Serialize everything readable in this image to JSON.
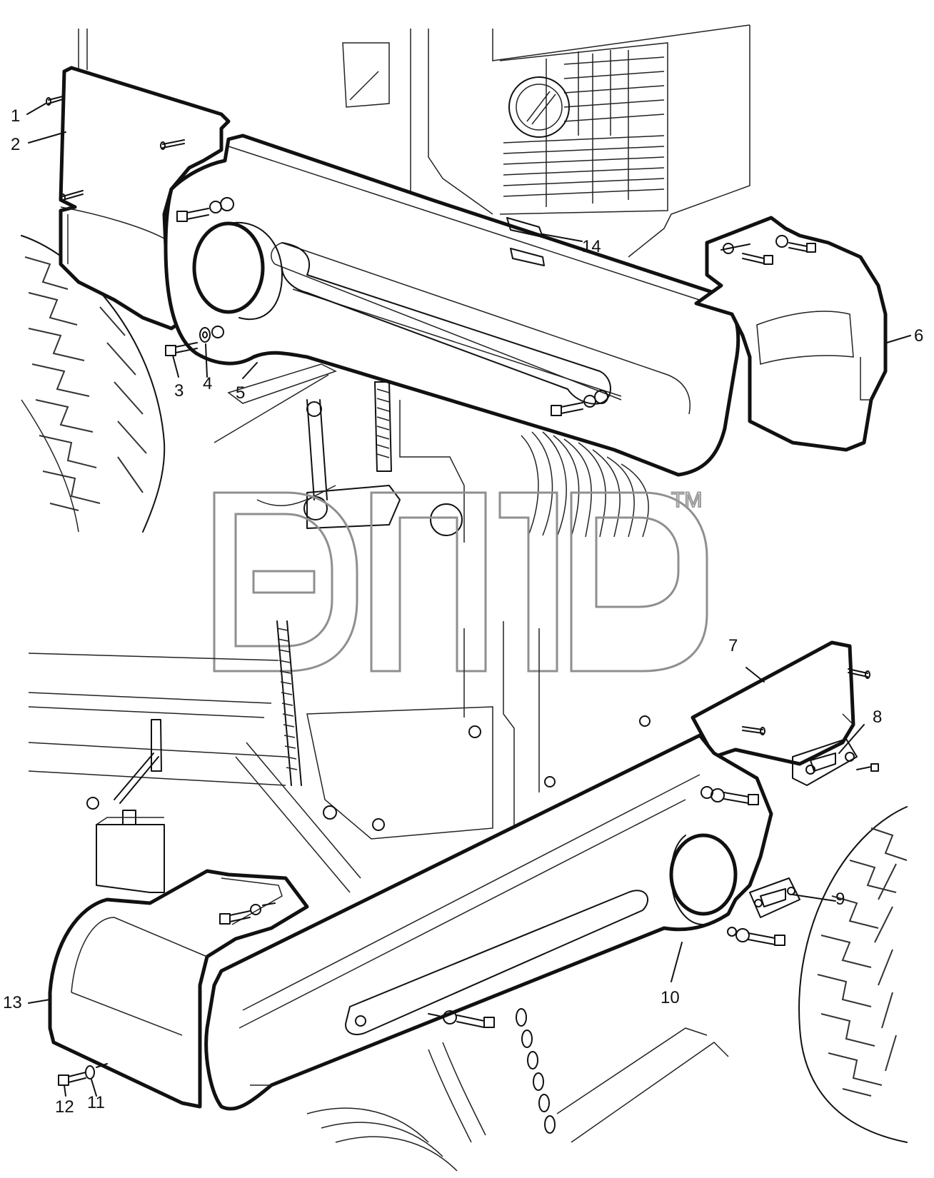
{
  "diagram": {
    "callouts": [
      {
        "id": "c1",
        "text": "1"
      },
      {
        "id": "c2",
        "text": "2"
      },
      {
        "id": "c3",
        "text": "3"
      },
      {
        "id": "c4",
        "text": "4"
      },
      {
        "id": "c5",
        "text": "5"
      },
      {
        "id": "c6",
        "text": "6"
      },
      {
        "id": "c7",
        "text": "7"
      },
      {
        "id": "c8",
        "text": "8"
      },
      {
        "id": "c9",
        "text": "9"
      },
      {
        "id": "c10",
        "text": "10"
      },
      {
        "id": "c11",
        "text": "11"
      },
      {
        "id": "c12",
        "text": "12"
      },
      {
        "id": "c13",
        "text": "13"
      },
      {
        "id": "c14",
        "text": "14"
      }
    ],
    "watermark_mark": "TM",
    "line_color": "#111111",
    "watermark_color": "#8f8f8f",
    "background_color": "#ffffff"
  }
}
